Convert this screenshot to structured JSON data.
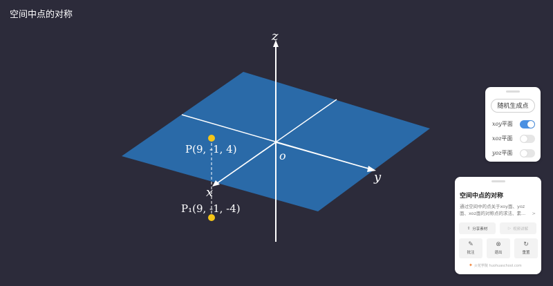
{
  "app": {
    "title": "空间中点的对称"
  },
  "scene": {
    "axis_labels": {
      "z": "z",
      "y": "y",
      "x": "x",
      "origin": "o"
    },
    "points": [
      {
        "label": "P(9, -1, 4)",
        "color": "#f5c518"
      },
      {
        "label": "P₁(9, -1, -4)",
        "color": "#f5c518"
      }
    ],
    "plane_color": "#2a6aa8"
  },
  "controls": {
    "random_button": "随机生成点",
    "toggles": [
      {
        "axis": "xoy",
        "suffix": "平面",
        "on": true
      },
      {
        "axis": "xoz",
        "suffix": "平面",
        "on": false
      },
      {
        "axis": "yoz",
        "suffix": "平面",
        "on": false
      }
    ],
    "accent": "#4a90e2"
  },
  "info_card": {
    "title": "空间中点的对称",
    "description": "通过空间中的点关于xoy面、yoz面、xoz面的对称点的求法、素...",
    "share_label": "分享素材",
    "video_label": "视频讲解",
    "annotate_label": "批注",
    "exit_label": "退出",
    "reset_label": "重置",
    "footer_text": "火花学院 huohuaschool.com"
  }
}
